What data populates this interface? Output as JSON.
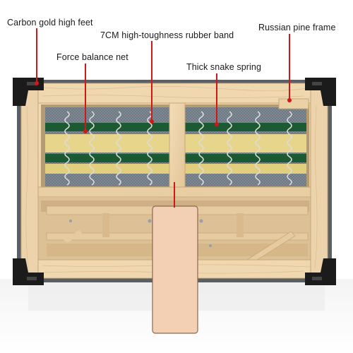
{
  "annotations": {
    "feet": "Carbon gold high feet",
    "rubber_band": "7CM high-toughness rubber band",
    "frame": "Russian pine frame",
    "net": "Force balance net",
    "spring": "Thick snake spring"
  },
  "colors": {
    "pointer": "#d01818",
    "wood": "#ecd3ab",
    "wood_dark": "#c9a877",
    "fabric_base": "#6f7a83",
    "band_green": "#1c5a33",
    "band_yellow": "#e7d58b",
    "metal_feet": "#1b1b1b",
    "leg_pink": "#f3cfb4"
  },
  "icons": {
    "feet": "corner-foot-bracket-icon"
  }
}
